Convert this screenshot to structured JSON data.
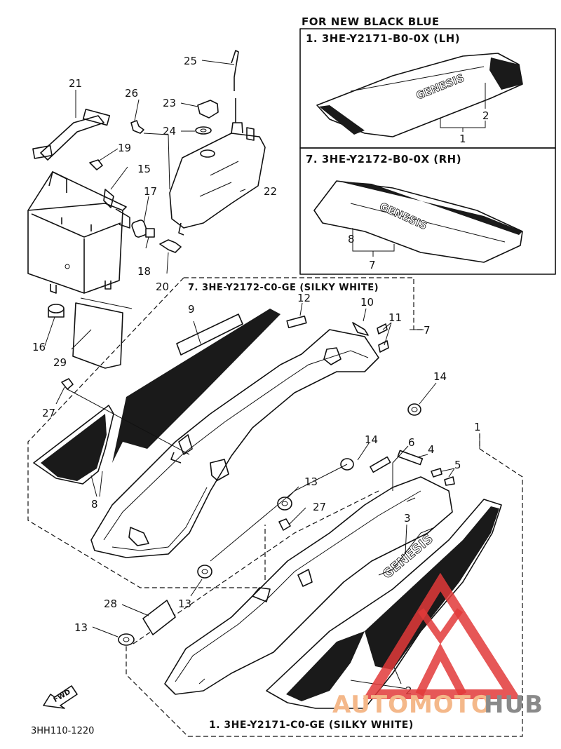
{
  "header": {
    "for_new": "FOR NEW BLACK BLUE",
    "box_lh": "1. 3HE-Y2171-B0-0X (LH)",
    "box_rh": "7. 3HE-Y2172-B0-0X (RH)"
  },
  "group_labels": {
    "rh_silky": "7. 3HE-Y2172-C0-GE (SILKY WHITE)",
    "lh_silky": "1. 3HE-Y2171-C0-GE (SILKY WHITE)"
  },
  "decal_text": "GENESIS",
  "fwd_label": "FWD",
  "diagram_code": "3HH110-1220",
  "logo": {
    "part1": "AUTOMOTO",
    "part2": "HUB",
    "accent": "#e23a3a",
    "color1": "#f4b88a",
    "color2": "#8a8a8a"
  },
  "callouts": {
    "c25": "25",
    "c21": "21",
    "c26": "26",
    "c23": "23",
    "c24": "24",
    "c19": "19",
    "c15": "15",
    "c17": "17",
    "c22": "22",
    "c18": "18",
    "c20": "20",
    "c16": "16",
    "c29": "29",
    "c9": "9",
    "c12": "12",
    "c10": "10",
    "c11": "11",
    "c7": "7",
    "c27a": "27",
    "c14a": "14",
    "c8": "8",
    "c1": "1",
    "c14b": "14",
    "c6": "6",
    "c4": "4",
    "c5": "5",
    "c13a": "13",
    "c27b": "27",
    "c3": "3",
    "c13b": "13",
    "c28": "28",
    "c13c": "13",
    "c2": "2",
    "inset_lh_2": "2",
    "inset_lh_1": "1",
    "inset_rh_8": "8",
    "inset_rh_7": "7"
  }
}
